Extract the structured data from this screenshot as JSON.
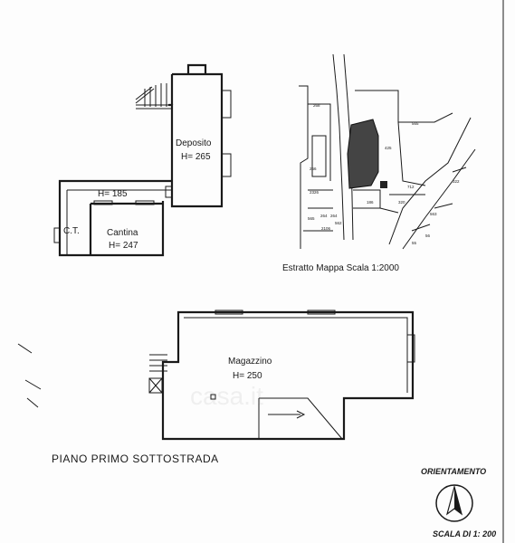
{
  "plan": {
    "deposito": {
      "name": "Deposito",
      "height": "H= 265"
    },
    "corridor": {
      "height": "H= 185"
    },
    "ct": {
      "name": "C.T."
    },
    "cantina": {
      "name": "Cantina",
      "height": "H= 247"
    },
    "magazzino": {
      "name": "Magazzino",
      "height": "H= 250"
    }
  },
  "map": {
    "caption": "Estratto Mappa  Scala 1:2000",
    "parcels": [
      "268",
      "565",
      "425",
      "266",
      "712",
      "320",
      "186",
      "2326",
      "565",
      "264",
      "264",
      "2106",
      "562",
      "563",
      "322",
      "56",
      "55"
    ]
  },
  "labels": {
    "floor_title": "PIANO  PRIMO  SOTTOSTRADA",
    "orientation": "ORIENTAMENTO",
    "scale": "SCALA DI 1: 200"
  },
  "watermark": "casa.it"
}
